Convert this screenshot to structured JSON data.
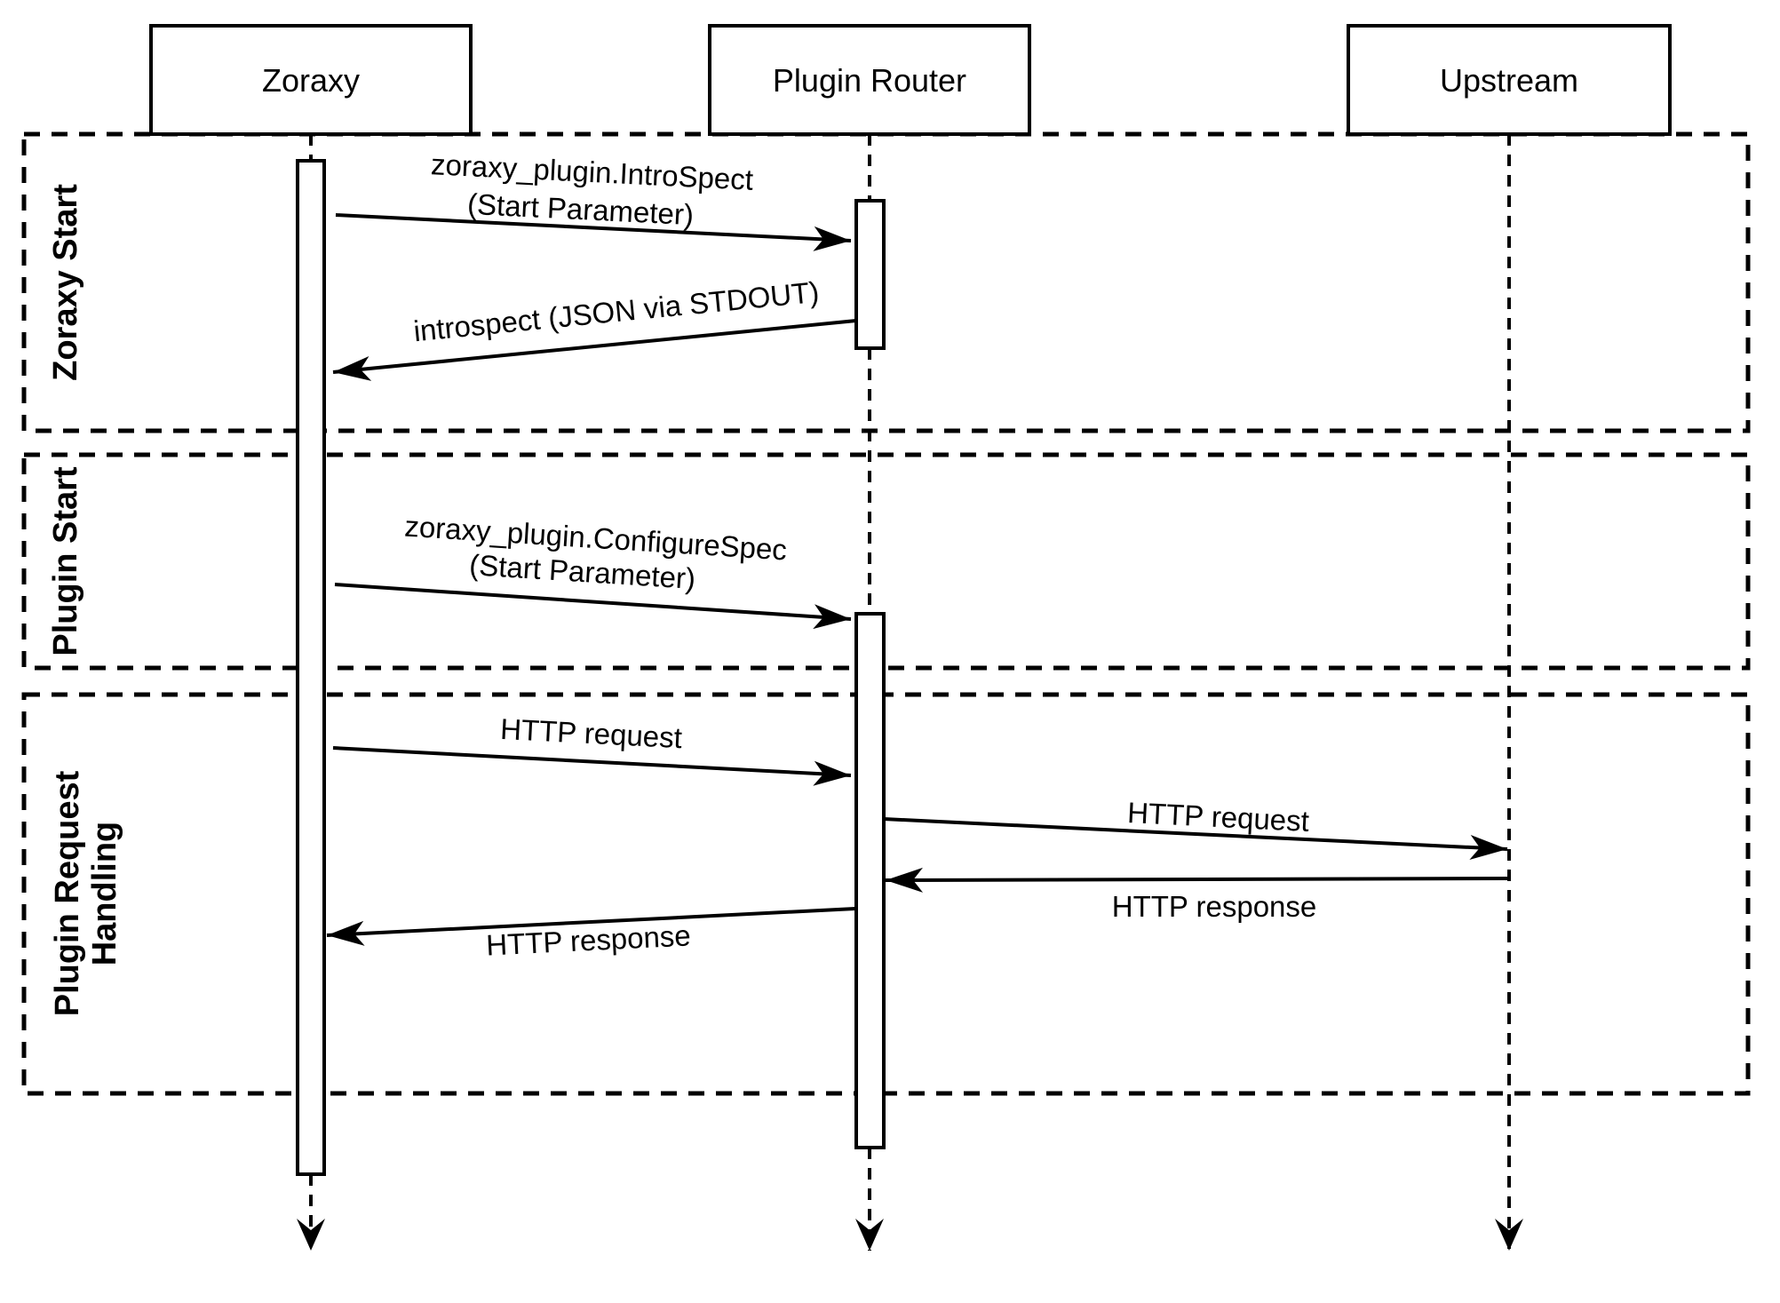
{
  "diagram_type": "sequence-diagram",
  "colors": {
    "stroke": "#000000",
    "background": "#ffffff",
    "text": "#000000"
  },
  "actors": [
    {
      "label": "Zoraxy"
    },
    {
      "label": "Plugin Router"
    },
    {
      "label": "Upstream"
    }
  ],
  "phases": [
    {
      "label": "Zoraxy Start",
      "line1": "Zoraxy Start",
      "line2": ""
    },
    {
      "label": "Plugin Start",
      "line1": "Plugin Start",
      "line2": ""
    },
    {
      "label": "Plugin Request Handling",
      "line1": "Plugin Request",
      "line2": "Handling"
    }
  ],
  "messages": [
    {
      "from": "Zoraxy",
      "to": "Plugin Router",
      "line1": "zoraxy_plugin.IntroSpect",
      "line2": "(Start Parameter)"
    },
    {
      "from": "Plugin Router",
      "to": "Zoraxy",
      "label": "introspect (JSON via STDOUT)"
    },
    {
      "from": "Zoraxy",
      "to": "Plugin Router",
      "line1": "zoraxy_plugin.ConfigureSpec",
      "line2": "(Start Parameter)"
    },
    {
      "from": "Zoraxy",
      "to": "Plugin Router",
      "label": "HTTP request"
    },
    {
      "from": "Plugin Router",
      "to": "Upstream",
      "label": "HTTP request"
    },
    {
      "from": "Upstream",
      "to": "Plugin Router",
      "label": "HTTP response"
    },
    {
      "from": "Plugin Router",
      "to": "Zoraxy",
      "label": "HTTP response"
    }
  ]
}
